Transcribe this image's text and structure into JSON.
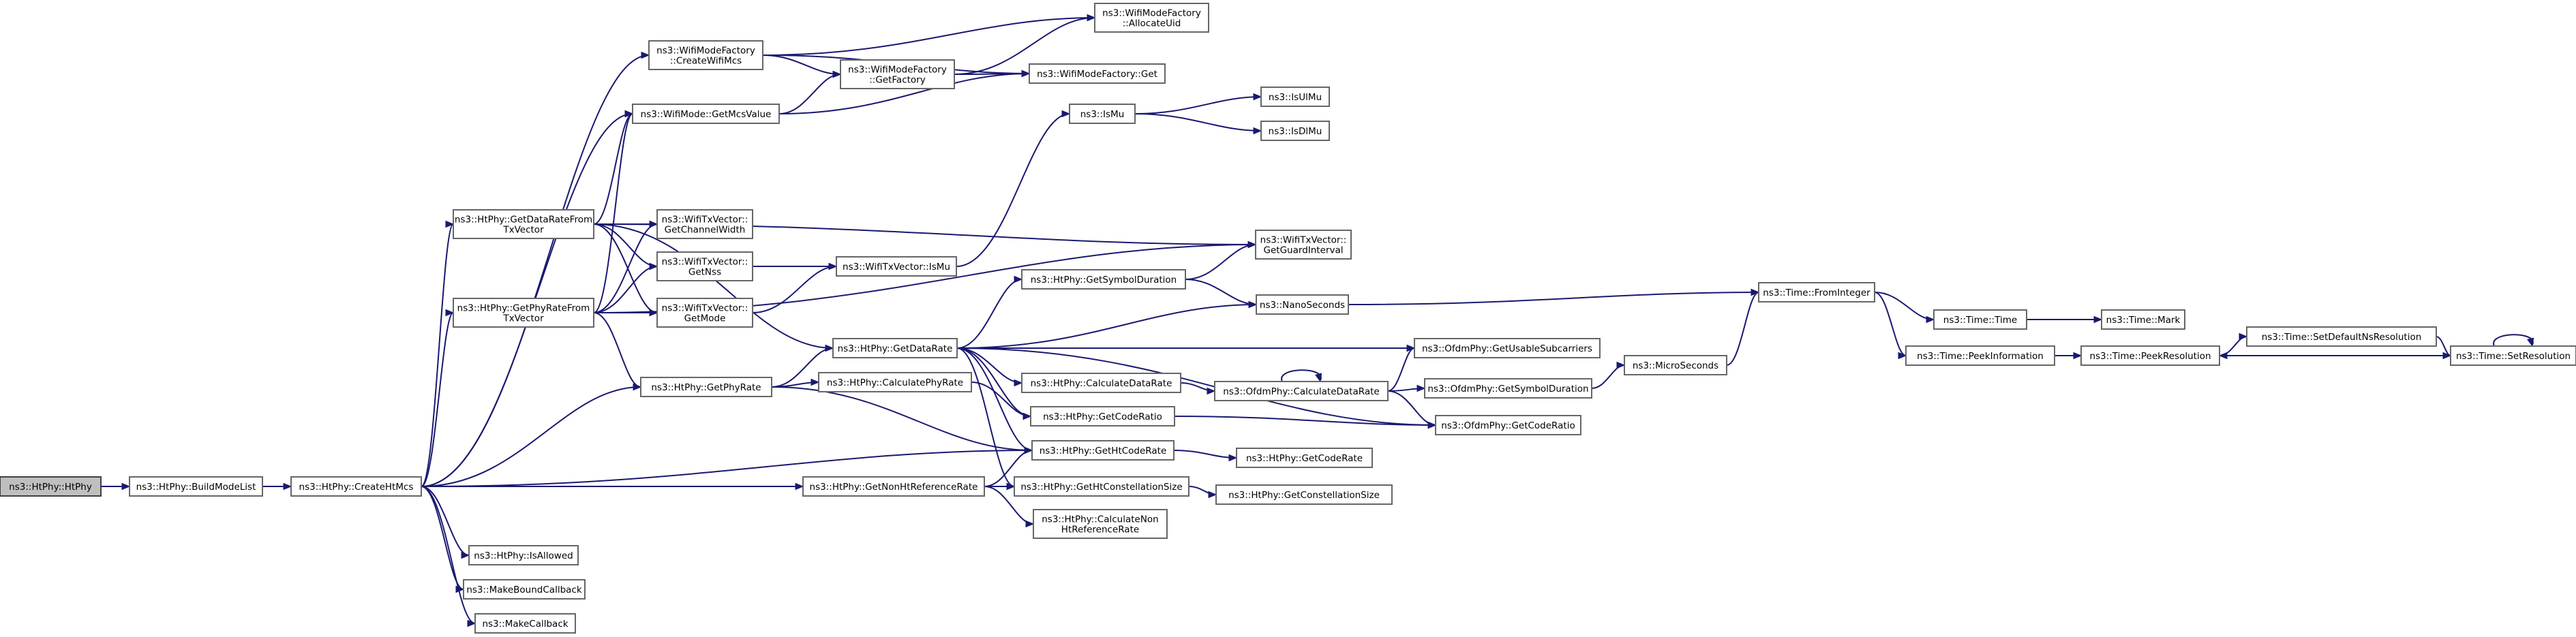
{
  "graph": {
    "kind": "call-graph",
    "root": "htphy_ctor",
    "nodes": [
      {
        "id": "htphy_ctor",
        "lines": [
          "ns3::HtPhy::HtPhy"
        ]
      },
      {
        "id": "buildModeList",
        "lines": [
          "ns3::HtPhy::BuildModeList"
        ]
      },
      {
        "id": "createHtMcs",
        "lines": [
          "ns3::HtPhy::CreateHtMcs"
        ]
      },
      {
        "id": "createWifiMcs",
        "lines": [
          "ns3::WifiModeFactory",
          "::CreateWifiMcs"
        ]
      },
      {
        "id": "getMcsValue",
        "lines": [
          "ns3::WifiMode::GetMcsValue"
        ]
      },
      {
        "id": "getDataRateFromTx",
        "lines": [
          "ns3::HtPhy::GetDataRateFrom",
          "TxVector"
        ]
      },
      {
        "id": "getPhyRateFromTx",
        "lines": [
          "ns3::HtPhy::GetPhyRateFrom",
          "TxVector"
        ]
      },
      {
        "id": "getPhyRate",
        "lines": [
          "ns3::HtPhy::GetPhyRate"
        ]
      },
      {
        "id": "getNonHtRefRate",
        "lines": [
          "ns3::HtPhy::GetNonHtReferenceRate"
        ]
      },
      {
        "id": "isAllowed",
        "lines": [
          "ns3::HtPhy::IsAllowed"
        ]
      },
      {
        "id": "makeBoundCallback",
        "lines": [
          "ns3::MakeBoundCallback"
        ]
      },
      {
        "id": "makeCallback",
        "lines": [
          "ns3::MakeCallback"
        ]
      },
      {
        "id": "allocateUid",
        "lines": [
          "ns3::WifiModeFactory",
          "::AllocateUid"
        ]
      },
      {
        "id": "getFactory",
        "lines": [
          "ns3::WifiModeFactory",
          "::GetFactory"
        ]
      },
      {
        "id": "factoryGet",
        "lines": [
          "ns3::WifiModeFactory::Get"
        ]
      },
      {
        "id": "getChannelWidth",
        "lines": [
          "ns3::WifiTxVector::",
          "GetChannelWidth"
        ]
      },
      {
        "id": "getNss",
        "lines": [
          "ns3::WifiTxVector::",
          "GetNss"
        ]
      },
      {
        "id": "getMode",
        "lines": [
          "ns3::WifiTxVector::",
          "GetMode"
        ]
      },
      {
        "id": "txIsMu",
        "lines": [
          "ns3::WifiTxVector::IsMu"
        ]
      },
      {
        "id": "isMu",
        "lines": [
          "ns3::IsMu"
        ]
      },
      {
        "id": "isUlMu",
        "lines": [
          "ns3::IsUlMu"
        ]
      },
      {
        "id": "isDlMu",
        "lines": [
          "ns3::IsDlMu"
        ]
      },
      {
        "id": "getGuardInterval",
        "lines": [
          "ns3::WifiTxVector::",
          "GetGuardInterval"
        ]
      },
      {
        "id": "getSymbolDuration",
        "lines": [
          "ns3::HtPhy::GetSymbolDuration"
        ]
      },
      {
        "id": "nanoSeconds",
        "lines": [
          "ns3::NanoSeconds"
        ]
      },
      {
        "id": "getDataRate",
        "lines": [
          "ns3::HtPhy::GetDataRate"
        ]
      },
      {
        "id": "calcPhyRate",
        "lines": [
          "ns3::HtPhy::CalculatePhyRate"
        ]
      },
      {
        "id": "calcDataRate",
        "lines": [
          "ns3::HtPhy::CalculateDataRate"
        ]
      },
      {
        "id": "htGetCodeRatio",
        "lines": [
          "ns3::HtPhy::GetCodeRatio"
        ]
      },
      {
        "id": "getHtCodeRate",
        "lines": [
          "ns3::HtPhy::GetHtCodeRate"
        ]
      },
      {
        "id": "getHtConstSize",
        "lines": [
          "ns3::HtPhy::GetHtConstellationSize"
        ]
      },
      {
        "id": "calcNonHtRefRate",
        "lines": [
          "ns3::HtPhy::CalculateNon",
          "HtReferenceRate"
        ]
      },
      {
        "id": "getCodeRate",
        "lines": [
          "ns3::HtPhy::GetCodeRate"
        ]
      },
      {
        "id": "getConstSize",
        "lines": [
          "ns3::HtPhy::GetConstellationSize"
        ]
      },
      {
        "id": "ofdmCalcDataRate",
        "lines": [
          "ns3::OfdmPhy::CalculateDataRate"
        ]
      },
      {
        "id": "getUsableSubcarriers",
        "lines": [
          "ns3::OfdmPhy::GetUsableSubcarriers"
        ]
      },
      {
        "id": "ofdmGetSymbolDuration",
        "lines": [
          "ns3::OfdmPhy::GetSymbolDuration"
        ]
      },
      {
        "id": "ofdmGetCodeRatio",
        "lines": [
          "ns3::OfdmPhy::GetCodeRatio"
        ]
      },
      {
        "id": "microSeconds",
        "lines": [
          "ns3::MicroSeconds"
        ]
      },
      {
        "id": "fromInteger",
        "lines": [
          "ns3::Time::FromInteger"
        ]
      },
      {
        "id": "timeTime",
        "lines": [
          "ns3::Time::Time"
        ]
      },
      {
        "id": "timeMark",
        "lines": [
          "ns3::Time::Mark"
        ]
      },
      {
        "id": "peekInformation",
        "lines": [
          "ns3::Time::PeekInformation"
        ]
      },
      {
        "id": "peekResolution",
        "lines": [
          "ns3::Time::PeekResolution"
        ]
      },
      {
        "id": "setDefaultNsResolution",
        "lines": [
          "ns3::Time::SetDefaultNsResolution"
        ]
      },
      {
        "id": "setResolution",
        "lines": [
          "ns3::Time::SetResolution"
        ]
      }
    ],
    "edges": [
      [
        "htphy_ctor",
        "buildModeList"
      ],
      [
        "buildModeList",
        "createHtMcs"
      ],
      [
        "createHtMcs",
        "createWifiMcs"
      ],
      [
        "createHtMcs",
        "getMcsValue"
      ],
      [
        "createHtMcs",
        "getDataRateFromTx"
      ],
      [
        "createHtMcs",
        "getPhyRateFromTx"
      ],
      [
        "createHtMcs",
        "getPhyRate"
      ],
      [
        "createHtMcs",
        "getHtCodeRate"
      ],
      [
        "createHtMcs",
        "getNonHtRefRate"
      ],
      [
        "createHtMcs",
        "getHtConstSize"
      ],
      [
        "createHtMcs",
        "isAllowed"
      ],
      [
        "createHtMcs",
        "makeBoundCallback"
      ],
      [
        "createHtMcs",
        "makeCallback"
      ],
      [
        "createWifiMcs",
        "allocateUid"
      ],
      [
        "createWifiMcs",
        "getFactory"
      ],
      [
        "createWifiMcs",
        "factoryGet"
      ],
      [
        "getMcsValue",
        "getFactory"
      ],
      [
        "getMcsValue",
        "factoryGet"
      ],
      [
        "getFactory",
        "allocateUid"
      ],
      [
        "getFactory",
        "factoryGet"
      ],
      [
        "getDataRateFromTx",
        "getMcsValue"
      ],
      [
        "getDataRateFromTx",
        "getChannelWidth"
      ],
      [
        "getDataRateFromTx",
        "getNss"
      ],
      [
        "getDataRateFromTx",
        "getMode"
      ],
      [
        "getDataRateFromTx",
        "getGuardInterval"
      ],
      [
        "getDataRateFromTx",
        "getDataRate"
      ],
      [
        "getPhyRateFromTx",
        "getMcsValue"
      ],
      [
        "getPhyRateFromTx",
        "getChannelWidth"
      ],
      [
        "getPhyRateFromTx",
        "getNss"
      ],
      [
        "getPhyRateFromTx",
        "getMode"
      ],
      [
        "getPhyRateFromTx",
        "getGuardInterval"
      ],
      [
        "getPhyRateFromTx",
        "getPhyRate"
      ],
      [
        "getNss",
        "txIsMu"
      ],
      [
        "getMode",
        "txIsMu"
      ],
      [
        "txIsMu",
        "isMu"
      ],
      [
        "isMu",
        "isUlMu"
      ],
      [
        "isMu",
        "isDlMu"
      ],
      [
        "getPhyRate",
        "getDataRate"
      ],
      [
        "getPhyRate",
        "calcPhyRate"
      ],
      [
        "getPhyRate",
        "getHtCodeRate"
      ],
      [
        "calcPhyRate",
        "htGetCodeRatio"
      ],
      [
        "getDataRate",
        "getSymbolDuration"
      ],
      [
        "getDataRate",
        "nanoSeconds"
      ],
      [
        "getDataRate",
        "getUsableSubcarriers"
      ],
      [
        "getDataRate",
        "calcDataRate"
      ],
      [
        "getDataRate",
        "htGetCodeRatio"
      ],
      [
        "getDataRate",
        "getHtCodeRate"
      ],
      [
        "getDataRate",
        "getHtConstSize"
      ],
      [
        "getDataRate",
        "ofdmGetCodeRatio"
      ],
      [
        "getSymbolDuration",
        "getGuardInterval"
      ],
      [
        "getSymbolDuration",
        "nanoSeconds"
      ],
      [
        "nanoSeconds",
        "fromInteger"
      ],
      [
        "calcDataRate",
        "ofdmCalcDataRate"
      ],
      [
        "ofdmCalcDataRate",
        "ofdmCalcDataRate"
      ],
      [
        "ofdmCalcDataRate",
        "getUsableSubcarriers"
      ],
      [
        "ofdmCalcDataRate",
        "ofdmGetSymbolDuration"
      ],
      [
        "ofdmCalcDataRate",
        "ofdmGetCodeRatio"
      ],
      [
        "ofdmGetSymbolDuration",
        "microSeconds"
      ],
      [
        "microSeconds",
        "fromInteger"
      ],
      [
        "fromInteger",
        "timeTime"
      ],
      [
        "fromInteger",
        "peekInformation"
      ],
      [
        "timeTime",
        "timeMark"
      ],
      [
        "peekInformation",
        "peekResolution"
      ],
      [
        "peekResolution",
        "setDefaultNsResolution"
      ],
      [
        "setDefaultNsResolution",
        "setResolution"
      ],
      [
        "setResolution",
        "peekResolution"
      ],
      [
        "setResolution",
        "setResolution"
      ],
      [
        "htGetCodeRatio",
        "ofdmGetCodeRatio"
      ],
      [
        "getHtCodeRate",
        "getCodeRate"
      ],
      [
        "getHtConstSize",
        "getConstSize"
      ],
      [
        "getNonHtRefRate",
        "getHtCodeRate"
      ],
      [
        "getNonHtRefRate",
        "getHtConstSize"
      ],
      [
        "getNonHtRefRate",
        "calcNonHtRefRate"
      ]
    ]
  }
}
